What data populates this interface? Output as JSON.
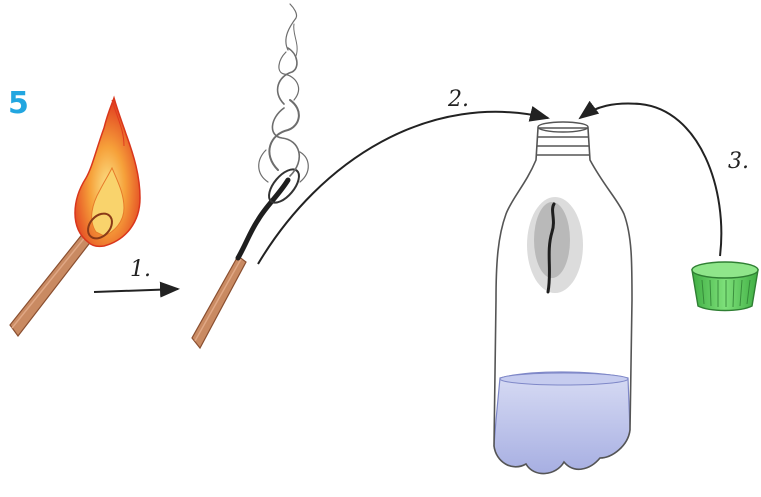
{
  "figure": {
    "panel_number": "5",
    "steps": [
      {
        "id": "step-1",
        "label": "1."
      },
      {
        "id": "step-2",
        "label": "2."
      },
      {
        "id": "step-3",
        "label": "3."
      }
    ]
  },
  "colors": {
    "panel_number": "#22a6e0",
    "flame_outer": "#e8532a",
    "flame_inner": "#f6c23e",
    "match_stick": "#c07a55",
    "smoke": "#6d6d6d",
    "water": "#b7bfe8",
    "cap": "#5cc95a",
    "ink": "#222222"
  }
}
